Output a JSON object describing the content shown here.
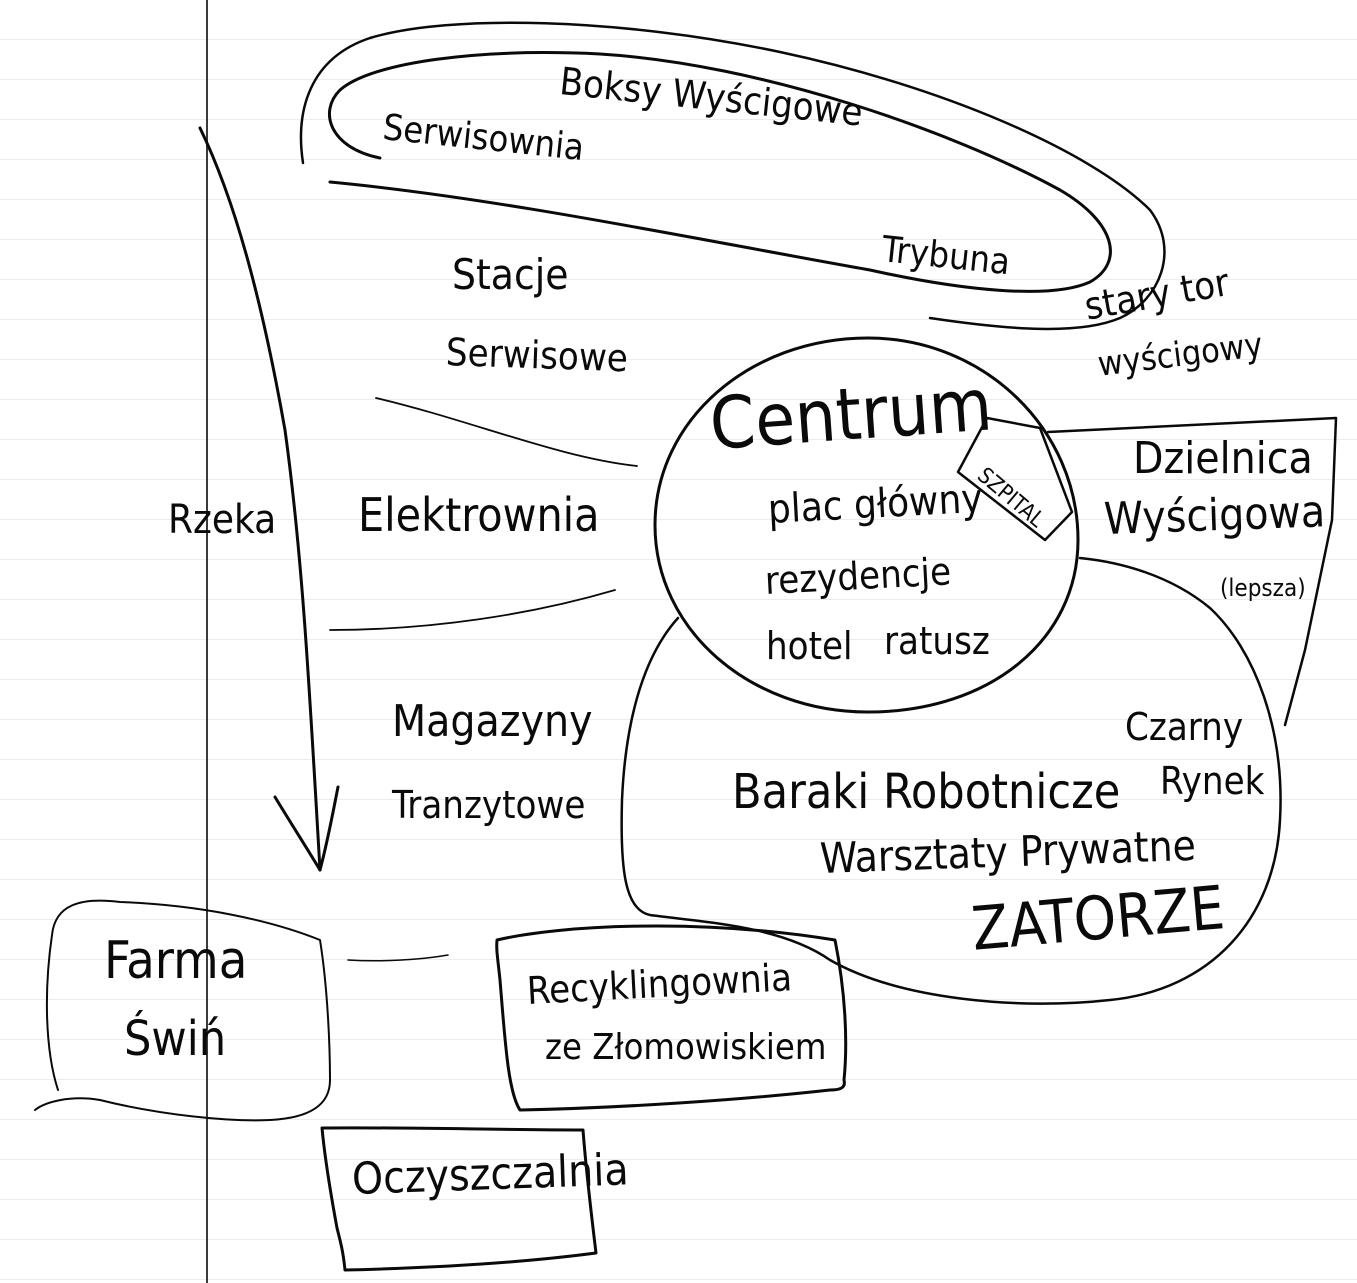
{
  "labels": {
    "boksy": "Boksy Wyścigowe",
    "serwisownia": "Serwisownia",
    "trybuna": "Trybuna",
    "stary_tor_1": "stary tor",
    "stary_tor_2": "wyścigowy",
    "stacje_1": "Stacje",
    "stacje_2": "Serwisowe",
    "centrum": "Centrum",
    "szpital": "SZPITAL",
    "plac": "plac główny",
    "rezydencje": "rezydencje",
    "hotel": "hotel",
    "ratusz": "ratusz",
    "dzielnica_1": "Dzielnica",
    "dzielnica_2": "Wyścigowa",
    "dzielnica_3": "(lepsza)",
    "rzeka": "Rzeka",
    "elektrownia": "Elektrownia",
    "magazyny_1": "Magazyny",
    "magazyny_2": "Tranzytowe",
    "czarny_1": "Czarny",
    "czarny_2": "Rynek",
    "baraki": "Baraki Robotnicze",
    "warsztaty": "Warsztaty Prywatne",
    "zatorze": "ZATORZE",
    "farma_1": "Farma",
    "farma_2": "Świń",
    "recykling_1": "Recyklingownia",
    "recykling_2": "ze Złomowiskiem",
    "oczyszczalnia": "Oczyszczalnia"
  }
}
